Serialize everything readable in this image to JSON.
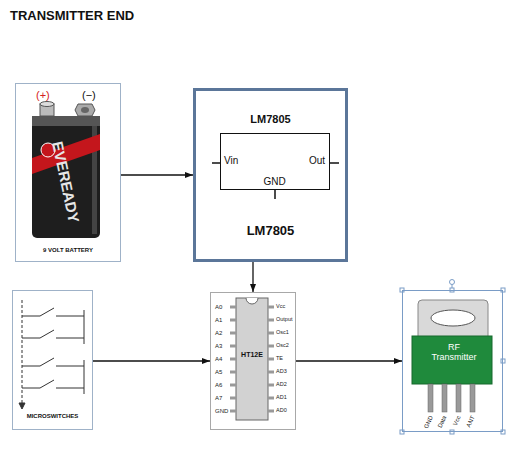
{
  "diagram": {
    "title": "TRANSMITTER END",
    "nodes": [
      {
        "text": [
          "9 VOLT BATTERY"
        ]
      },
      {
        "text": [
          "LM7805",
          "LM7805"
        ]
      },
      {
        "text": [
          "Vin",
          "Out",
          "GND"
        ],
        "in": 1
      },
      {
        "text": [
          "MICROSWITCHES"
        ]
      },
      {
        "text": [
          "HT12E"
        ]
      },
      {
        "text": [
          "RF Transmitter"
        ]
      }
    ],
    "edges": [
      {
        "from": 0,
        "to": 1,
        "arrow": "to"
      },
      {
        "from": 1,
        "to": 4,
        "arrow": "to"
      },
      {
        "from": 3,
        "to": 4,
        "arrow": "to"
      },
      {
        "from": 4,
        "to": 5,
        "arrow": "to"
      }
    ],
    "labels": [
      "(+)",
      "(−)",
      "EVEREADY",
      "A0",
      "A1",
      "A2",
      "A3",
      "A4",
      "A5",
      "A6",
      "A7",
      "GND",
      "Vcc",
      "Output",
      "Osc1",
      "Osc2",
      "TE",
      "AD3",
      "AD2",
      "AD1",
      "AD0",
      "GND",
      "Data",
      "Vcc",
      "ANT"
    ]
  }
}
